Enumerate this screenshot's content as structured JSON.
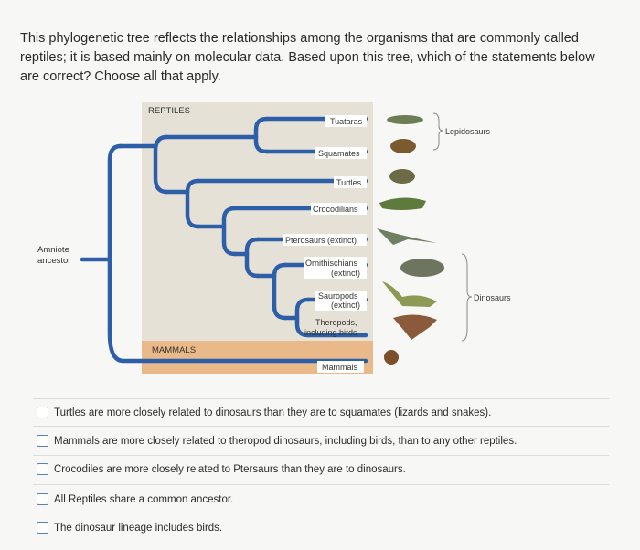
{
  "question": {
    "text": "This phylogenetic tree reflects the relationships among the organisms that are commonly called reptiles; it is based mainly on molecular data. Based upon this tree, which of the statements below are correct? Choose all that apply."
  },
  "tree": {
    "reptiles_label": "REPTILES",
    "mammals_label": "MAMMALS",
    "root_label_line1": "Amniote",
    "root_label_line2": "ancestor",
    "taxa": {
      "tuataras": "Tuataras",
      "squamates": "Squamates",
      "turtles": "Turtles",
      "crocodilians": "Crocodilians",
      "pterosaurs": "Pterosaurs (extinct)",
      "ornithischians_1": "Ornithischians",
      "ornithischians_2": "(extinct)",
      "sauropods_1": "Sauropods",
      "sauropods_2": "(extinct)",
      "theropods_1": "Theropods,",
      "theropods_2": "including birds",
      "mammals": "Mammals"
    },
    "group_labels": {
      "lepidosaurs": "Lepidosaurs",
      "dinosaurs": "Dinosaurs"
    },
    "colors": {
      "reptile_band": "#e6e1d6",
      "mammal_band": "#e9b98a",
      "branch": "#2d5fa8"
    }
  },
  "options": [
    {
      "label": "Turtles are more closely related to dinosaurs than they are to squamates (lizards and snakes).",
      "checked": false
    },
    {
      "label": "Mammals are more closely related to theropod dinosaurs, including birds, than to any other reptiles.",
      "checked": false
    },
    {
      "label": "Crocodiles are more closely related to Ptersaurs than they are to dinosaurs.",
      "checked": false
    },
    {
      "label": "All Reptiles share a common ancestor.",
      "checked": false
    },
    {
      "label": "The dinosaur lineage includes birds.",
      "checked": false
    }
  ]
}
